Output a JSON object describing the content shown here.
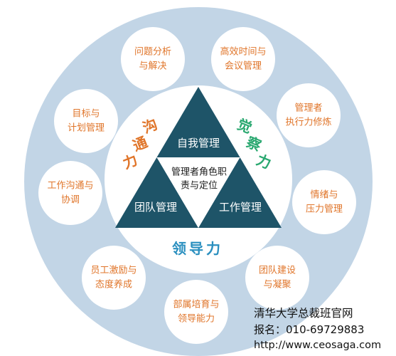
{
  "colors": {
    "ring": "#c2d5e6",
    "outer_circle": "#ffffff",
    "inner_disc": "#ffffff",
    "triangle": "#1e5468",
    "triangle_text": "#ffffff",
    "center_text": "#1a1a1a",
    "outer_text": "#e0752a",
    "left_side_label": "#e0752a",
    "right_side_label": "#2aa870",
    "bottom_side_label": "#2a8fbf",
    "footer_text": "#111111"
  },
  "triangle": {
    "top": "自我管理",
    "center_lines": [
      "管理者角色职",
      "责与定位"
    ],
    "bottom_left": "团队管理",
    "bottom_right": "工作管理"
  },
  "side_labels": {
    "left": [
      "沟",
      "通",
      "力"
    ],
    "right": [
      "觉",
      "察",
      "力"
    ],
    "bottom": "领导力"
  },
  "outer_topics": [
    {
      "id": "problem-analysis",
      "lines": [
        "问题分析",
        "与解决"
      ]
    },
    {
      "id": "time-meeting",
      "lines": [
        "高效时间与",
        "会议管理"
      ]
    },
    {
      "id": "executive-power",
      "lines": [
        "管理者",
        "执行力修炼"
      ]
    },
    {
      "id": "emotion-stress",
      "lines": [
        "情绪与",
        "压力管理"
      ]
    },
    {
      "id": "team-building",
      "lines": [
        "团队建设",
        "与凝聚"
      ]
    },
    {
      "id": "subordinate-development",
      "lines": [
        "部属培育与",
        "领导能力"
      ]
    },
    {
      "id": "staff-motivation",
      "lines": [
        "员工激励与",
        "态度养成"
      ]
    },
    {
      "id": "work-communication",
      "lines": [
        "工作沟通与",
        "协调"
      ]
    },
    {
      "id": "goal-planning",
      "lines": [
        "目标与",
        "计划管理"
      ]
    }
  ],
  "footer": {
    "line1": "清华大学总裁班官网",
    "line2": "报名：010-69729883",
    "line3": "http://www.ceosaga.com"
  }
}
